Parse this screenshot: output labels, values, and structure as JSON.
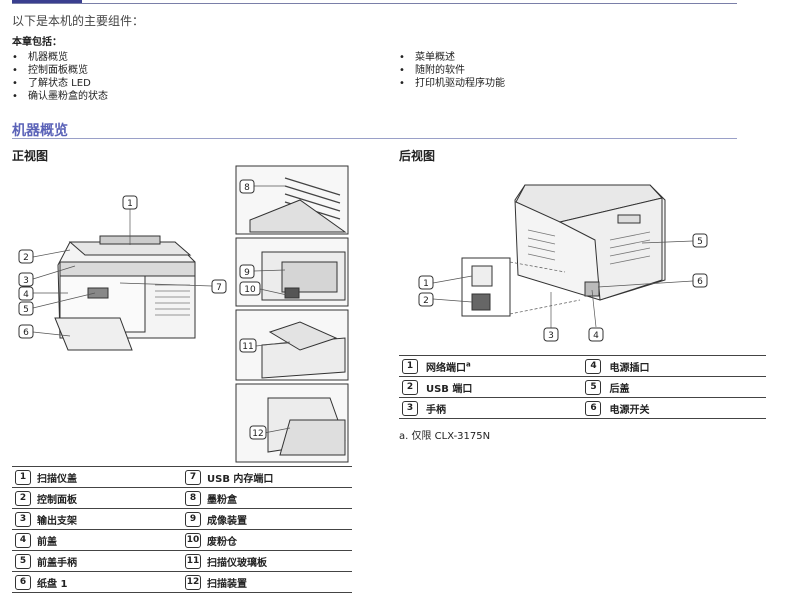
{
  "intro": "以下是本机的主要组件：",
  "contents_label": "本章包括：",
  "contents_left": [
    "机器概览",
    "控制面板概览",
    "了解状态 LED",
    "确认墨粉盒的状态"
  ],
  "contents_right": [
    "菜单概述",
    "随附的软件",
    "打印机驱动程序功能"
  ],
  "section_title": "机器概览",
  "front_title": "正视图",
  "rear_title": "后视图",
  "front_callouts": [
    "1",
    "2",
    "3",
    "4",
    "5",
    "6",
    "7",
    "8",
    "9",
    "10",
    "11",
    "12"
  ],
  "rear_callouts": [
    "1",
    "2",
    "3",
    "4",
    "5",
    "6"
  ],
  "front_parts": [
    {
      "n": "1",
      "name": "扫描仪盖",
      "n2": "7",
      "name2": "USB 内存端口"
    },
    {
      "n": "2",
      "name": "控制面板",
      "n2": "8",
      "name2": "墨粉盒"
    },
    {
      "n": "3",
      "name": "输出支架",
      "n2": "9",
      "name2": "成像装置"
    },
    {
      "n": "4",
      "name": "前盖",
      "n2": "10",
      "name2": "废粉仓"
    },
    {
      "n": "5",
      "name": "前盖手柄",
      "n2": "11",
      "name2": "扫描仪玻璃板"
    },
    {
      "n": "6",
      "name": "纸盘 1",
      "n2": "12",
      "name2": "扫描装置"
    }
  ],
  "rear_parts": [
    {
      "n": "1",
      "name": "网络端口",
      "sup": "a",
      "n2": "4",
      "name2": "电源插口"
    },
    {
      "n": "2",
      "name": "USB 端口",
      "sup": "",
      "n2": "5",
      "name2": "后盖"
    },
    {
      "n": "3",
      "name": "手柄",
      "sup": "",
      "n2": "6",
      "name2": "电源开关"
    }
  ],
  "footnote": "a. 仅限 CLX-3175N"
}
